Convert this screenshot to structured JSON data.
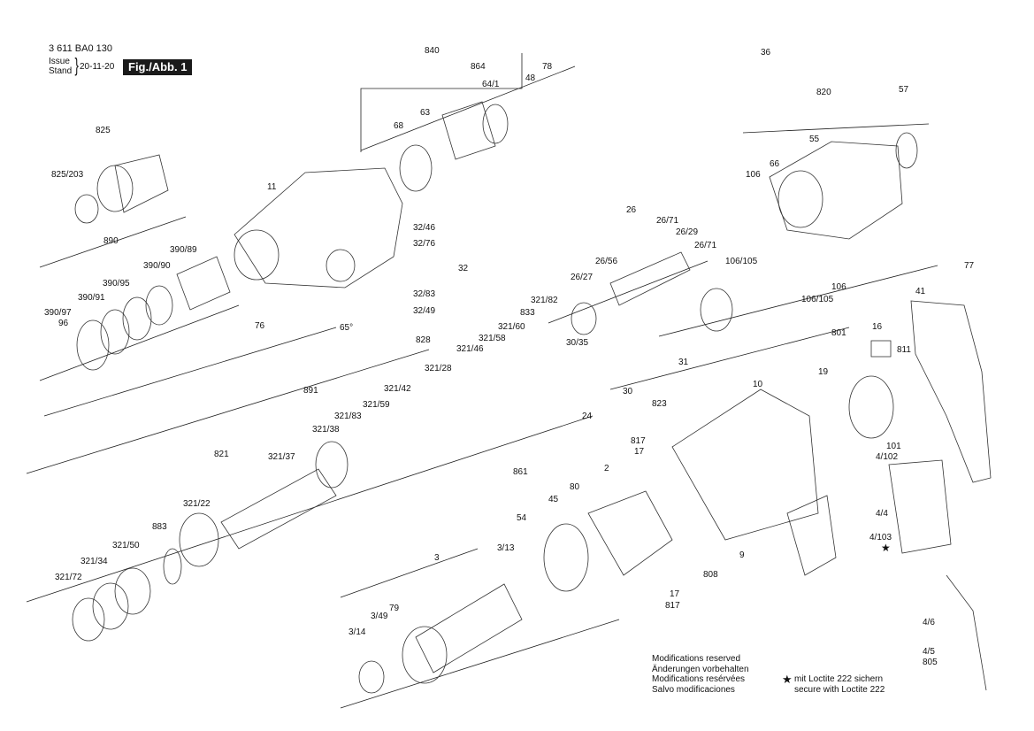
{
  "header": {
    "part_number": "3 611 BA0 130",
    "issue_label": "Issue",
    "stand_label": "Stand",
    "issue_date": "20-11-20",
    "figure_label": "Fig./Abb. 1"
  },
  "notes": {
    "line1": "Modifications reserved",
    "line2": "Änderungen vorbehalten",
    "line3": "Modifications resérvées",
    "line4": "Salvo modificaciones"
  },
  "loctite": {
    "star": "★",
    "line1": "mit Loctite 222 sichern",
    "line2": "secure with Loctite 222"
  },
  "callouts": {
    "c840": "840",
    "c864": "864",
    "c78": "78",
    "c48": "48",
    "c64_1": "64/1",
    "c68": "68",
    "c63": "63",
    "c36": "36",
    "c820": "820",
    "c57": "57",
    "c55": "55",
    "c66": "66",
    "c106a": "106",
    "c825": "825",
    "c825_203": "825/203",
    "c11": "11",
    "c890": "890",
    "c390_89": "390/89",
    "c390_90": "390/90",
    "c390_95": "390/95",
    "c390_91": "390/91",
    "c390_97": "390/97",
    "c96": "96",
    "c32_46": "32/46",
    "c32_76": "32/76",
    "c32": "32",
    "c32_83": "32/83",
    "c32_49": "32/49",
    "c76": "76",
    "c65deg": "65°",
    "c26": "26",
    "c26_71a": "26/71",
    "c26_29": "26/29",
    "c26_71b": "26/71",
    "c26_56": "26/56",
    "c26_27": "26/27",
    "c106_105a": "106/105",
    "c106b": "106",
    "c106_105b": "106/105",
    "c77": "77",
    "c41": "41",
    "c321_82": "321/82",
    "c833": "833",
    "c321_60": "321/60",
    "c321_58": "321/58",
    "c321_46": "321/46",
    "c828": "828",
    "c321_28": "321/28",
    "c30_35": "30/35",
    "c30": "30",
    "c31": "31",
    "c823": "823",
    "c24": "24",
    "c861": "861",
    "c321_42": "321/42",
    "c321_59": "321/59",
    "c891": "891",
    "c321_83": "321/83",
    "c321_38": "321/38",
    "c821": "821",
    "c321_37": "321/37",
    "c321_22": "321/22",
    "c883": "883",
    "c321_50": "321/50",
    "c321_34": "321/34",
    "c321_72": "321/72",
    "c801": "801",
    "c16": "16",
    "c811": "811",
    "c19": "19",
    "c10": "10",
    "c101": "101",
    "c4_102": "4/102",
    "c4_4": "4/4",
    "c4_103": "4/103",
    "c817a": "817",
    "c17a": "17",
    "c2": "2",
    "c80": "80",
    "c45": "45",
    "c54": "54",
    "c3": "3",
    "c3_13": "3/13",
    "c79": "79",
    "c3_49": "3/49",
    "c3_14": "3/14",
    "c17b": "17",
    "c817b": "817",
    "c808": "808",
    "c9": "9",
    "c4_6": "4/6",
    "c4_5": "4/5",
    "c805": "805"
  }
}
